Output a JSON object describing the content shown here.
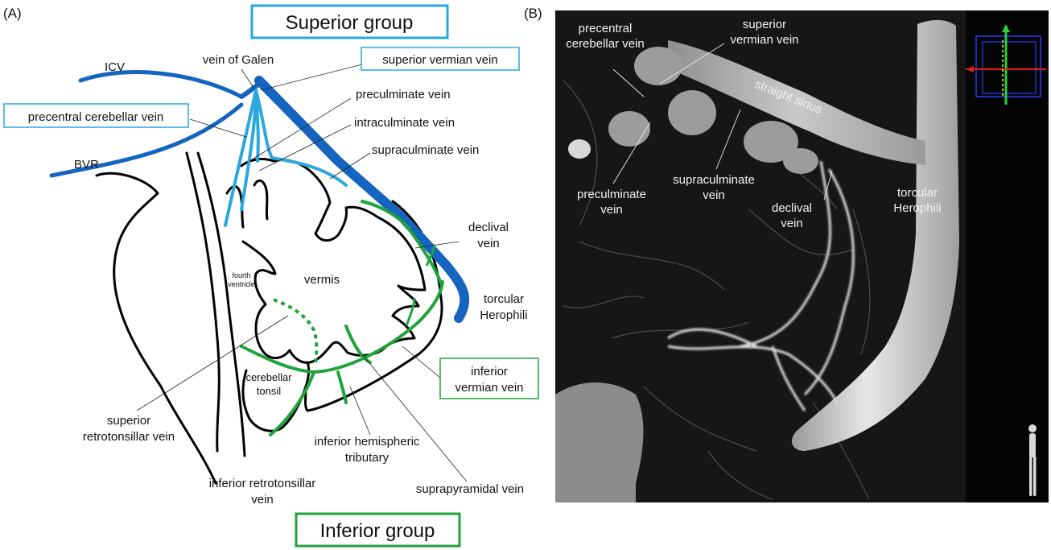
{
  "panel_a": {
    "panel_label": "(A)",
    "superior_group_title": "Superior group",
    "inferior_group_title": "Inferior group",
    "labels": {
      "icv": "ICV",
      "bvr": "BVR",
      "vein_of_galen": "vein of Galen",
      "superior_vermian_vein": "superior vermian vein",
      "precentral_cerebellar_vein": "precentral cerebellar vein",
      "preculminate_vein": "preculminate vein",
      "intraculminate_vein": "intraculminate vein",
      "supraculminate_vein": "supraculminate vein",
      "declival_vein_1": "declival",
      "declival_vein_2": "vein",
      "fourth_ventricle_1": "fourth",
      "fourth_ventricle_2": "ventricle",
      "vermis": "vermis",
      "torcular_1": "torcular",
      "torcular_2": "Herophili",
      "inferior_vermian_vein_1": "inferior",
      "inferior_vermian_vein_2": "vermian vein",
      "cerebellar_tonsil_1": "cerebellar",
      "cerebellar_tonsil_2": "tonsil",
      "superior_retrotonsillar_1": "superior",
      "superior_retrotonsillar_2": "retrotonsillar vein",
      "inferior_hemispheric_1": "inferior hemispheric",
      "inferior_hemispheric_2": "tributary",
      "inferior_retrotonsillar_1": "inferior retrotonsillar",
      "inferior_retrotonsillar_2": "vein",
      "suprapyramidal_vein": "suprapyramidal vein"
    },
    "colors": {
      "deep_vein_blue": "#1565c0",
      "superior_group_blue": "#29a8e0",
      "inferior_group_green": "#1fa33a",
      "outline_black": "#000000"
    }
  },
  "panel_b": {
    "panel_label": "(B)",
    "labels": {
      "precentral_1": "precentral",
      "precentral_2": "cerebellar vein",
      "superior_vermian_1": "superior",
      "superior_vermian_2": "vermian vein",
      "straight_sinus": "straight sinus",
      "preculminate_1": "preculminate",
      "preculminate_2": "vein",
      "supraculminate_1": "supraculminate",
      "supraculminate_2": "vein",
      "declival_1": "declival",
      "declival_2": "vein",
      "torcular_1": "torcular",
      "torcular_2": "Herophili"
    },
    "orientation_widget_icon": "orientation-cube-icon",
    "body_figure_icon": "standing-body-icon"
  }
}
